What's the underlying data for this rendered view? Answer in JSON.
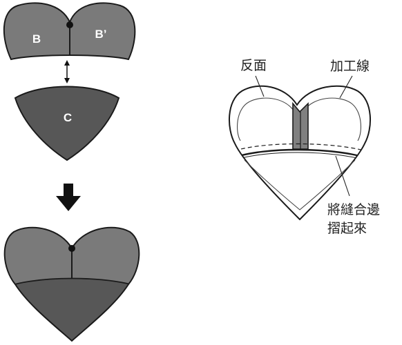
{
  "pieces": {
    "b_label": "B",
    "b_prime_label": "B’",
    "c_label": "C"
  },
  "callouts": {
    "reverse_side": "反面",
    "finishing_line": "加工線",
    "fold_line1": "將縫合邊",
    "fold_line2": "摺起來"
  },
  "colors": {
    "medium_gray": "#7a7a7a",
    "dark_gray": "#575757",
    "outline": "#1a1a1a",
    "seam_strip": "#808080",
    "background": "#ffffff"
  },
  "icons": {
    "swap": "up-down-arrow",
    "result": "down-arrow"
  }
}
